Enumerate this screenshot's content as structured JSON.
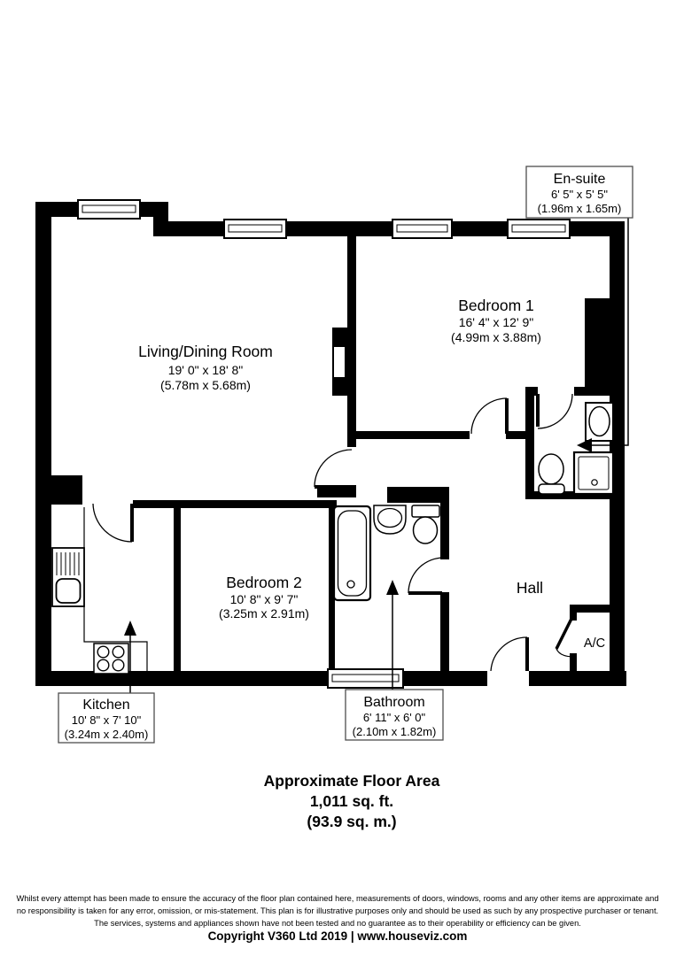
{
  "floorplan": {
    "rooms": {
      "living": {
        "name": "Living/Dining Room",
        "imperial": "19' 0\" x 18' 8\"",
        "metric": "(5.78m x 5.68m)"
      },
      "bedroom1": {
        "name": "Bedroom 1",
        "imperial": "16' 4\" x 12' 9\"",
        "metric": "(4.99m x 3.88m)"
      },
      "bedroom2": {
        "name": "Bedroom 2",
        "imperial": "10' 8\" x 9' 7\"",
        "metric": "(3.25m x 2.91m)"
      },
      "kitchen": {
        "name": "Kitchen",
        "imperial": "10' 8\" x 7' 10\"",
        "metric": "(3.24m x 2.40m)"
      },
      "bathroom": {
        "name": "Bathroom",
        "imperial": "6' 11\" x 6' 0\"",
        "metric": "(2.10m x 1.82m)"
      },
      "ensuite": {
        "name": "En-suite",
        "imperial": "6' 5\" x 5' 5\"",
        "metric": "(1.96m x 1.65m)"
      },
      "hall": {
        "name": "Hall"
      },
      "ac": {
        "name": "A/C"
      }
    },
    "area": {
      "line1": "Approximate Floor Area",
      "line2": "1,011 sq. ft.",
      "line3": "(93.9 sq. m.)"
    },
    "footer": {
      "disclaimer1": "Whilst every attempt has been made to ensure the accuracy of the floor plan contained here, measurements of doors, windows, rooms and any other items are approximate and",
      "disclaimer2": "no responsibility is taken for any error, omission, or mis-statement. This plan is for illustrative purposes only and should be used as such by any prospective purchaser or tenant.",
      "disclaimer3": "The services, systems and appliances shown have not been tested and no guarantee as to their operability or efficiency can be given.",
      "copyright": "Copyright V360 Ltd 2019 | www.houseviz.com"
    },
    "colors": {
      "wall": "#000000",
      "background": "#ffffff",
      "label_border": "#4d4d4d"
    }
  }
}
